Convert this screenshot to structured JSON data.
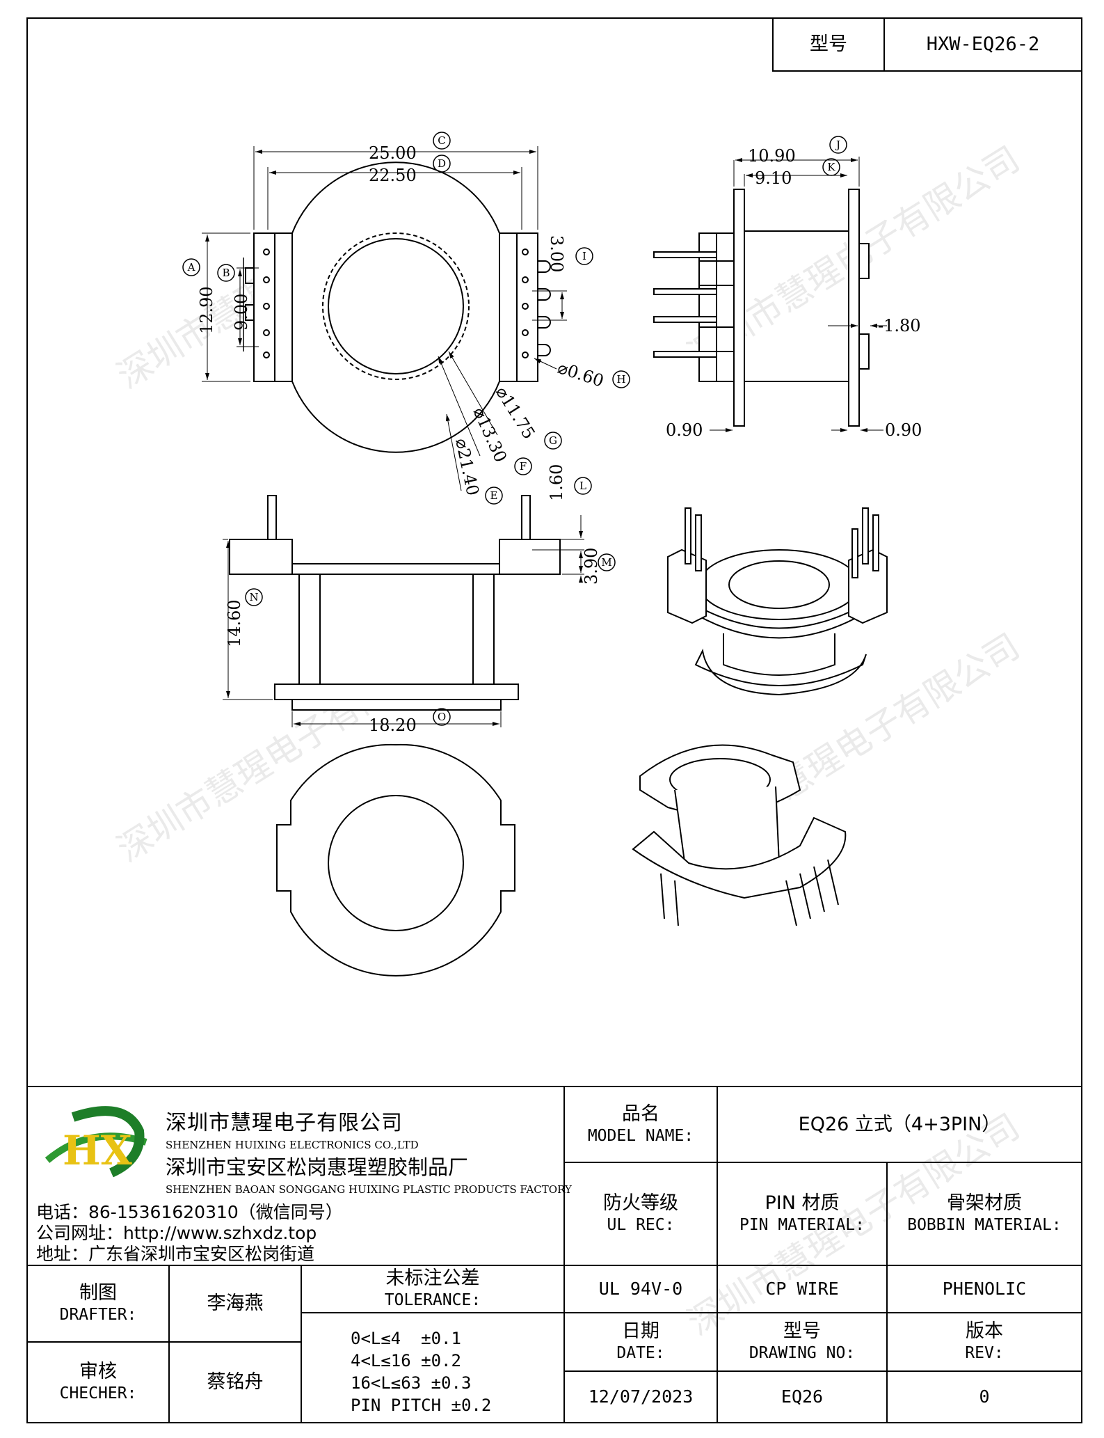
{
  "header": {
    "model_label": "型号",
    "model_value": "HXW-EQ26-2"
  },
  "dimensions": {
    "d25": "25.00",
    "d2250": "22.50",
    "d1290": "12.90",
    "d900": "9.00",
    "d300": "3.00",
    "d060": "⌀0.60",
    "d1175": "⌀11.75",
    "d1330": "⌀13.30",
    "d2140": "⌀21.40",
    "d1090": "10.90",
    "d910": "9.10",
    "d180": "-1.80",
    "d090a": "0.90",
    "d090b": "0.90",
    "d160": "1.60",
    "d390": "3.90",
    "d1460": "14.60",
    "d1820": "18.20"
  },
  "markers": {
    "a": "A",
    "b": "B",
    "c": "C",
    "d": "D",
    "e": "E",
    "f": "F",
    "g": "G",
    "h": "H",
    "i": "I",
    "j": "J",
    "k": "K",
    "l": "L",
    "m": "M",
    "n": "N",
    "o": "O"
  },
  "company": {
    "name_cn": "深圳市慧瑆电子有限公司",
    "name_en": "SHENZHEN HUIXING ELECTRONICS CO.,LTD",
    "factory_cn": "深圳市宝安区松岗惠瑆塑胶制品厂",
    "factory_en": "SHENZHEN BAOAN SONGGANG HUIXING PLASTIC PRODUCTS FACTORY",
    "phone": "电话：86-15361620310（微信同号）",
    "web": "公司网址：http://www.szhxdz.top",
    "address": "地址：广东省深圳市宝安区松岗街道",
    "logo_text": "HX"
  },
  "watermark": "深圳市慧瑆电子有限公司",
  "titleblock": {
    "model_name_cn": "品名",
    "model_name_en": "MODEL NAME:",
    "model_name_value": "EQ26 立式（4+3PIN）",
    "ul_cn": "防火等级",
    "ul_en": "UL REC:",
    "ul_value": "UL 94V-0",
    "pin_cn": "PIN 材质",
    "pin_en": "PIN MATERIAL:",
    "pin_value": "CP WIRE",
    "bobbin_cn": "骨架材质",
    "bobbin_en": "BOBBIN MATERIAL:",
    "bobbin_value": "PHENOLIC",
    "drafter_cn": "制图",
    "drafter_en": "DRAFTER:",
    "drafter_value": "李海燕",
    "checker_cn": "审核",
    "checker_en": "CHECHER:",
    "checker_value": "蔡铭舟",
    "tol_cn": "未标注公差",
    "tol_en": "TOLERANCE:",
    "tol_lines": [
      "0<L≤4  ±0.1",
      "4<L≤16 ±0.2",
      "16<L≤63 ±0.3",
      "PIN PITCH ±0.2"
    ],
    "date_cn": "日期",
    "date_en": "DATE:",
    "date_value": "12/07/2023",
    "dwg_cn": "型号",
    "dwg_en": "DRAWING NO:",
    "dwg_value": "EQ26",
    "rev_cn": "版本",
    "rev_en": "REV:",
    "rev_value": "0"
  }
}
